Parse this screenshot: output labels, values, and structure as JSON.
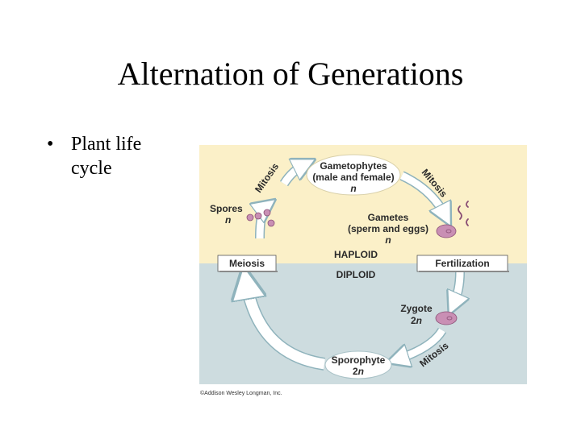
{
  "title": "Alternation of Generations",
  "bullet": {
    "symbol": "•",
    "line1": "Plant life",
    "line2": "cycle"
  },
  "diagram": {
    "colors": {
      "haploid_bg": "#fbf0c8",
      "diploid_bg": "#cddcdf",
      "arrow": "#ffffff",
      "arrow_edge": "#8fb3bc",
      "cell": "#c98fb4"
    },
    "gametophytes": {
      "line1": "Gametophytes",
      "line2": "(male and female)",
      "line3": "n"
    },
    "gametes": {
      "line1": "Gametes",
      "line2": "(sperm and eggs)",
      "line3": "n"
    },
    "spores": {
      "line1": "Spores",
      "line2": "n"
    },
    "zygote": {
      "line1": "Zygote",
      "line2": "2",
      "line2_italic": "n"
    },
    "sporophyte": {
      "line1": "Sporophyte",
      "line2": "2",
      "line2_italic": "n"
    },
    "haploid": "HAPLOID",
    "diploid": "DIPLOID",
    "meiosis": "Meiosis",
    "fertilization": "Fertilization",
    "mitosis_left": "Mitosis",
    "mitosis_right": "Mitosis",
    "mitosis_bottom": "Mitosis",
    "copyright": "©Addison Wesley Longman, Inc."
  }
}
